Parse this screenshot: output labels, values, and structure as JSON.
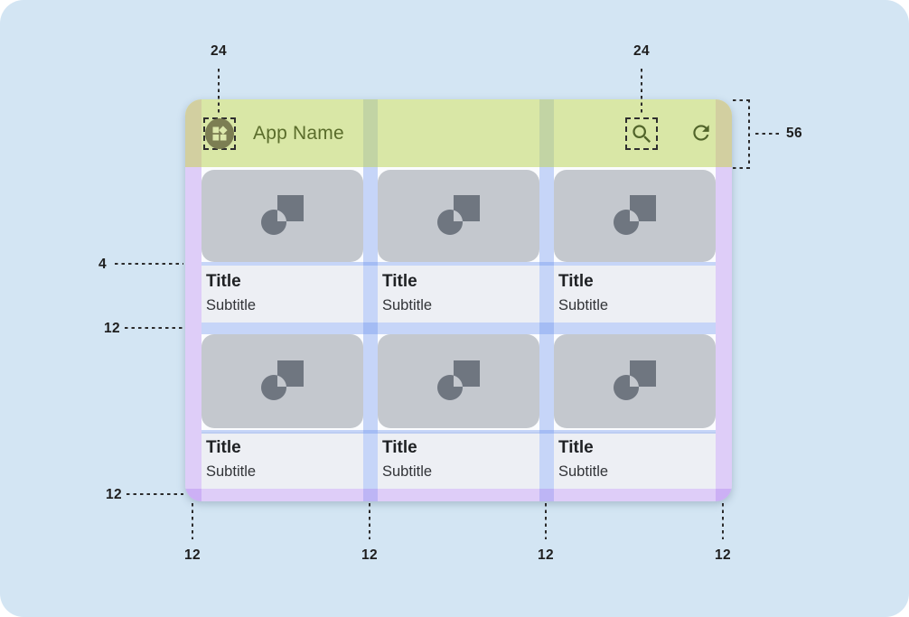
{
  "app": {
    "bar": {
      "title": "App Name",
      "app_icon": "widgets-icon",
      "search_icon": "search-icon",
      "refresh_icon": "refresh-icon"
    },
    "cards": [
      {
        "title": "Title",
        "subtitle": "Subtitle"
      },
      {
        "title": "Title",
        "subtitle": "Subtitle"
      },
      {
        "title": "Title",
        "subtitle": "Subtitle"
      },
      {
        "title": "Title",
        "subtitle": "Subtitle"
      },
      {
        "title": "Title",
        "subtitle": "Subtitle"
      },
      {
        "title": "Title",
        "subtitle": "Subtitle"
      }
    ],
    "card_image_icon": "image-placeholder-icon"
  },
  "annotations": {
    "icon_size_left": "24",
    "icon_size_right": "24",
    "appbar_height": "56",
    "image_text_gap": "4",
    "row_gap": "12",
    "bottom_margin": "12",
    "bottom_labels": [
      "12",
      "12",
      "12",
      "12"
    ]
  },
  "colors": {
    "page_bg": "#d3e5f3",
    "appbar_green": "#d9e7a6",
    "appbar_text": "#5a6c2b",
    "icon_olive": "#51642a",
    "margin_purple": "#dbccf3",
    "gutter_blue": "#c3d4f4",
    "card_gray": "#c4c8ce",
    "card_icon_gray": "#6f7680",
    "text_area_bg": "#edeff4"
  }
}
